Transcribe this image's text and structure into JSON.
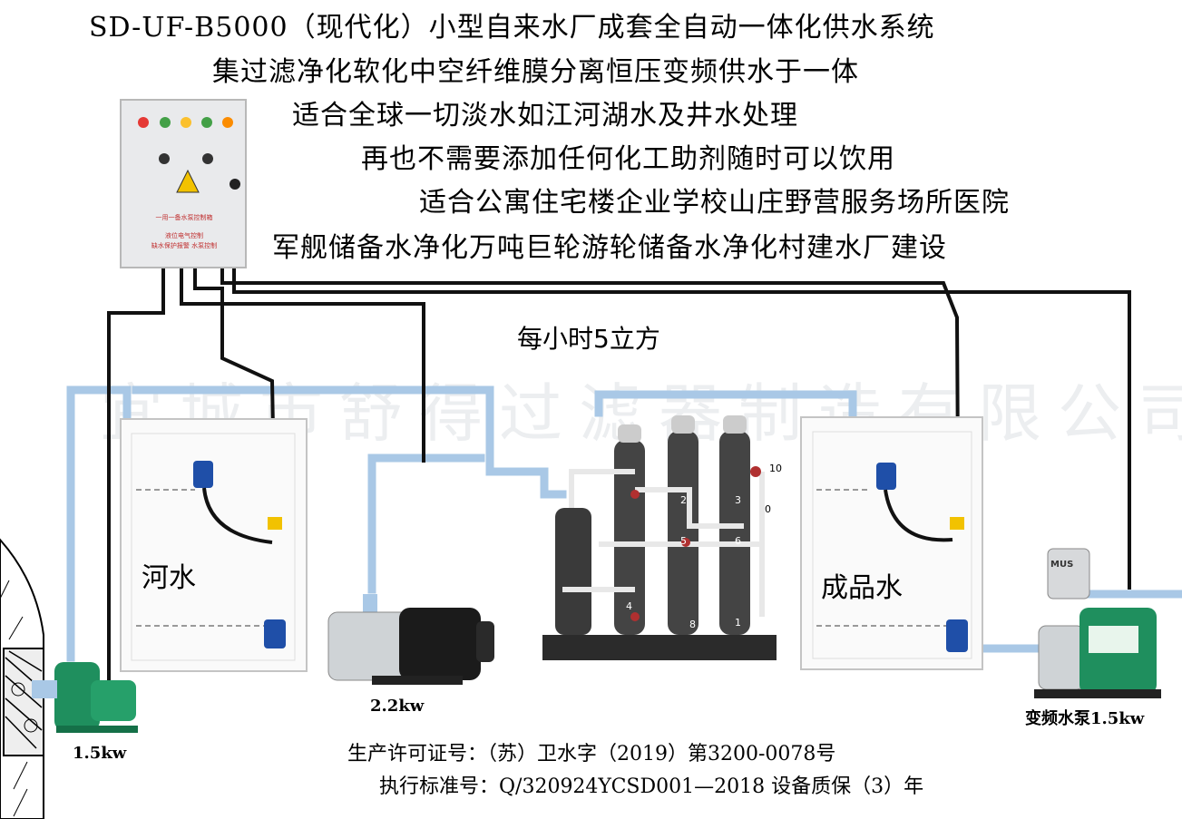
{
  "headlines": [
    "SD-UF-B5000（现代化）小型自来水厂成套全自动一体化供水系统",
    "集过滤净化软化中空纤维膜分离恒压变频供水于一体",
    "适合全球一切淡水如江河湖水及井水处理",
    "再也不需要添加任何化工助剂随时可以饮用",
    "适合公寓住宅楼企业学校山庄野营服务场所医院",
    "军舰储备水净化万吨巨轮游轮储备水净化村建水厂建设"
  ],
  "capacity": "每小时5立方",
  "watermark": "宜城市舒得过滤器制造有限公司",
  "tanks": {
    "raw_water": "河水",
    "product_water": "成品水"
  },
  "pumps": {
    "intake_power": "1.5kw",
    "booster_power": "2.2kw",
    "vfd_pump": "变频水泵1.5kw",
    "vfd_badge": "MUS"
  },
  "control_box": {
    "panel_text_1": "一用一备水泵控制箱",
    "panel_text_2": "液位电气控制",
    "panel_text_3": "缺水保护报警  水泵控制"
  },
  "filter_valve_numbers": [
    "10",
    "2",
    "3",
    "5",
    "6",
    "8",
    "4",
    "0",
    "1"
  ],
  "footer": {
    "license": "生产许可证号：（苏）卫水字（2019）第3200-0078号",
    "standard": "执行标准号：Q/320924YCSD001—2018 设备质保（3）年"
  },
  "colors": {
    "pipe": "#a9c8e6",
    "pipe_edge": "#7fa6cc",
    "cable": "#111111",
    "float_switch": "#1f4fa8",
    "clip": "#f2c200",
    "pump_green": "#1f8f5e",
    "steel": "#3a3a3a"
  },
  "led_colors": [
    "#e53935",
    "#43a047",
    "#fbc02d",
    "#43a047",
    "#fb8c00"
  ]
}
